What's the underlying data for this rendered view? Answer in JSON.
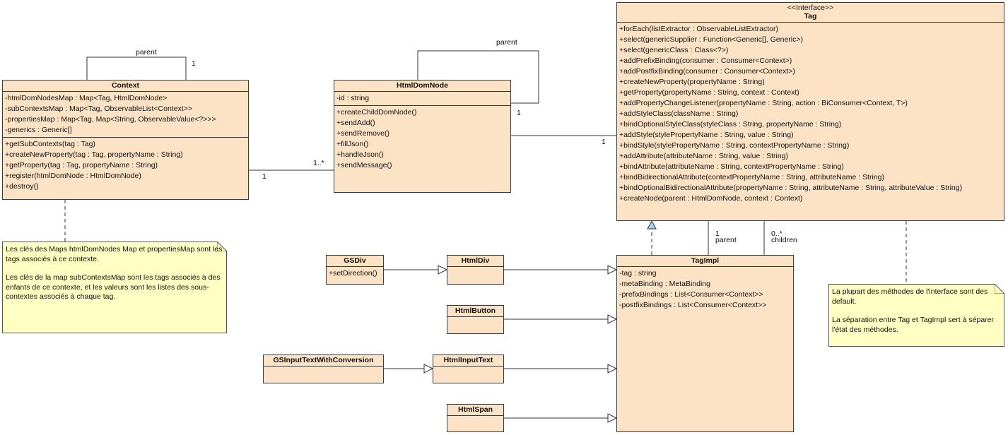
{
  "classes": {
    "context": {
      "name": "Context",
      "attributes": [
        "-htmlDomNodesMap : Map<Tag, HtmlDomNode>",
        "-subContextsMap : Map<Tag, ObservableList<Context>>",
        "-propertiesMap : Map<Tag, Map<String, ObservableValue<?>>>",
        "-generics : Generic[]"
      ],
      "methods": [
        "+getSubContexts(tag : Tag)",
        "+createNewProperty(tag : Tag, propertyName : String)",
        "+getProperty(tag : Tag, propertyName : String)",
        "+register(htmlDomNode : HtmlDomNode)",
        "+destroy()"
      ]
    },
    "html_dom_node": {
      "name": "HtmlDomNode",
      "attributes": [
        "-id : string"
      ],
      "methods": [
        "+createChildDomNode()",
        "+sendAdd()",
        "+sendRemove()",
        "+fillJson()",
        "+handleJson()",
        "+sendMessage()"
      ]
    },
    "tag": {
      "stereotype": "<<Interface>>",
      "name": "Tag",
      "methods": [
        "+forEach(listExtractor : ObservableListExtractor)",
        "+select(genericSupplier : Function<Generic[], Generic>)",
        "+select(genericClass : Class<?>)",
        "+addPrefixBinding(consumer : Consumer<Context>)",
        "+addPostfixBinding(consumer : Consumer<Context>)",
        "+createNewProperty(propertyName : String)",
        "+getProperty(propertyName : String, context : Context)",
        "+addPropertyChangeListener(propertyName : String, action : BiConsumer<Context, T>)",
        "+addStyleClass(className : String)",
        "+bindOptionalStyleClass(styleClass : String, propertyName : String)",
        "+addStyle(stylePropertyName : String, value : String)",
        "+bindStyle(stylePropertyName : String, contextPropertyName : String)",
        "+addAttribute(attributeName : String, value : String)",
        "+bindAttribute(attributeName : String, contextPropertyName : String)",
        "+bindBidirectionalAttribute(contextPropertyName : String, attributeName : String)",
        "+bindOptionalBidirectionalAttribute(propertyName : String, attributeName : String, attributeValue : String)",
        "+createNode(parent : HtmlDomNode, context : Context)"
      ]
    },
    "tag_impl": {
      "name": "TagImpl",
      "attributes": [
        "-tag : string",
        "-metaBinding : MetaBinding",
        "-prefixBindings : List<Consumer<Context>>",
        "-postfixBindings : List<Consumer<Context>>"
      ]
    },
    "gs_div": {
      "name": "GSDiv",
      "methods": [
        "+setDirection()"
      ]
    },
    "html_div": {
      "name": "HtmlDiv"
    },
    "html_button": {
      "name": "HtmlButton"
    },
    "gs_input_text": {
      "name": "GSInputTextWithConversion"
    },
    "html_input_text": {
      "name": "HtmlInputText"
    },
    "html_span": {
      "name": "HtmlSpan"
    }
  },
  "notes": {
    "context_note": [
      "Les clés des Maps htmlDomNodes Map et propertiesMap sont les tags associés à ce contexte.",
      "Les clés de la map subContextsMap sont les tags associés à des enfants de ce contexte, et les valeurs sont les listes des sous-contextes associés à chaque tag."
    ],
    "tag_note": [
      "La plupart des méthodes de l'interface sont des default.",
      "La séparation entre Tag et TagImpl sert à séparer l'état des méthodes."
    ]
  },
  "edge_labels": {
    "context_self_role": "parent",
    "context_self_mult": "1",
    "node_self_role": "parent",
    "node_self_mult": "1",
    "context_node_mult_context": "1",
    "context_node_mult_node": "1..*",
    "node_tag_mult": "1",
    "tagimpl_tag_parent_mult": "1",
    "tagimpl_tag_parent_role": "parent",
    "tagimpl_tag_children_mult": "0..*",
    "tagimpl_tag_children_role": "children"
  },
  "colors": {
    "class_fill": "#fde3c6",
    "note_fill": "#ffffc4",
    "realization_arrow": "#a8d0f0",
    "line": "#333333"
  }
}
